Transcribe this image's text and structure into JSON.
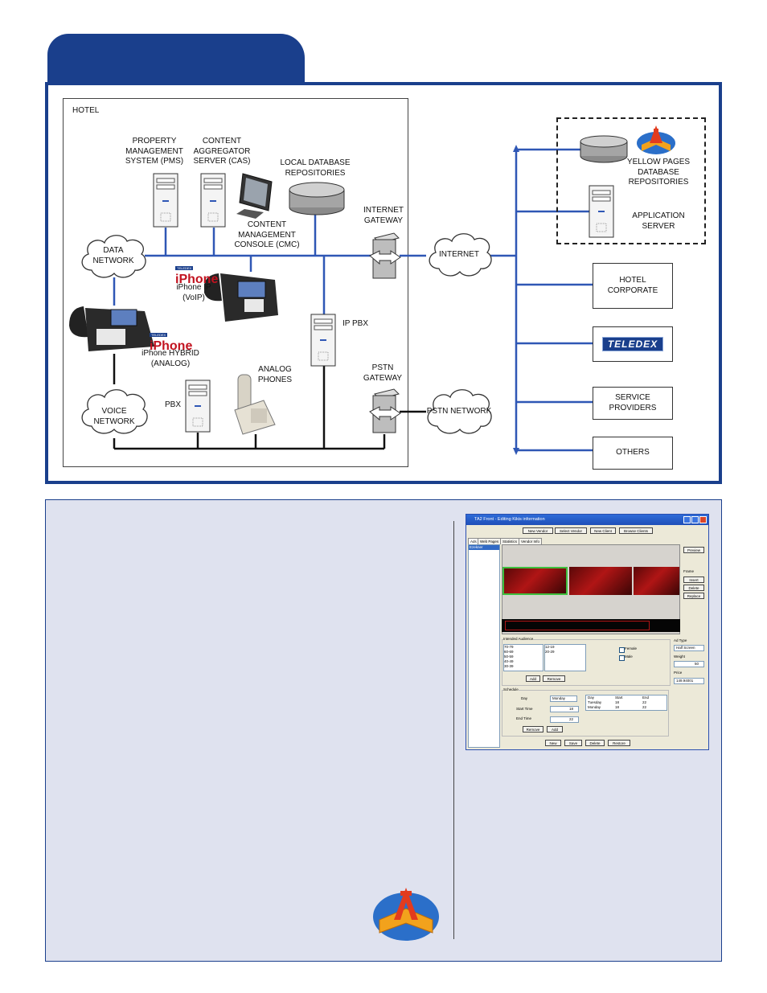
{
  "colors": {
    "frame": "#1a3f8c",
    "link": "#2f57b5",
    "panel_bg": "#dfe2ef",
    "tab": "#1a3f8c",
    "black_line": "#111111"
  },
  "diagram": {
    "hotel_label": "HOTEL",
    "pms_label": "PROPERTY\nMANAGEMENT\nSYSTEM (PMS)",
    "cas_label": "CONTENT\nAGGREGATOR\nSERVER (CAS)",
    "local_db_label": "LOCAL DATABASE\nREPOSITORIES",
    "cmc_label": "CONTENT\nMANAGEMENT\nCONSOLE (CMC)",
    "internet_gateway_label": "INTERNET\nGATEWAY",
    "data_network_label": "DATA\nNETWORK",
    "iphone_logo_small": "TELEDEX",
    "iphone_logo": "iPhone",
    "iphone_ip_label": "iPhone IP\n(VoIP)",
    "iphone_hybrid_label": "iPhone HYBRID\n(ANALOG)",
    "ip_pbx_label": "IP PBX",
    "analog_phones_label": "ANALOG\nPHONES",
    "pbx_label": "PBX",
    "voice_network_label": "VOICE NETWORK",
    "pstn_gateway_label": "PSTN\nGATEWAY",
    "pstn_network_label": "PSTN NETWORK",
    "internet_label": "INTERNET",
    "yellow_pages_label": "YELLOW PAGES\nDATABASE\nREPOSITORIES",
    "application_server_label": "APPLICATION\nSERVER",
    "hotel_corporate_label": "HOTEL\nCORPORATE",
    "teledex_label": "TELEDEX",
    "service_providers_label": "SERVICE\nPROVIDERS",
    "others_label": "OTHERS"
  },
  "screenshot": {
    "title": "TA2 Front - Editing Kikis information",
    "toolbar": [
      "New Vendor",
      "Select Vendor",
      "New Client",
      "Browse Clients"
    ],
    "tabs": [
      "Ads",
      "Web Pages",
      "Statistics",
      "Vendor Info"
    ],
    "list_item": "Ezekner",
    "preview_button": "Preview",
    "frame_label": "Frame",
    "frame_buttons": [
      "Insert",
      "Delete",
      "Replace"
    ],
    "audience_label": "Intended Audience",
    "age_list_left": [
      "70-79",
      "60-69",
      "50-59",
      "40-49",
      "30-39"
    ],
    "age_list_right": [
      "12-19",
      "20-29"
    ],
    "female_label": "Female",
    "male_label": "Male",
    "audience_add": "Add",
    "audience_remove": "Remove",
    "ad_type_label": "Ad Type",
    "ad_type_value": "Half Screen",
    "weight_label": "Weight",
    "weight_value": "50",
    "price_label": "Price",
    "price_value": "149.94001",
    "schedule_label": "Schedule",
    "day_label": "Day",
    "day_value": "Monday",
    "start_time_label": "Start Time",
    "start_time_value": "18",
    "end_time_label": "End Time",
    "end_time_value": "22",
    "schedule_remove": "Remove",
    "schedule_add": "Add",
    "table_headers": [
      "Day",
      "Start",
      "End"
    ],
    "table_rows": [
      [
        "Tuesday",
        "18",
        "22"
      ],
      [
        "Monday",
        "18",
        "22"
      ]
    ],
    "bottom_buttons": [
      "New",
      "Save",
      "Delete",
      "Restore"
    ]
  }
}
